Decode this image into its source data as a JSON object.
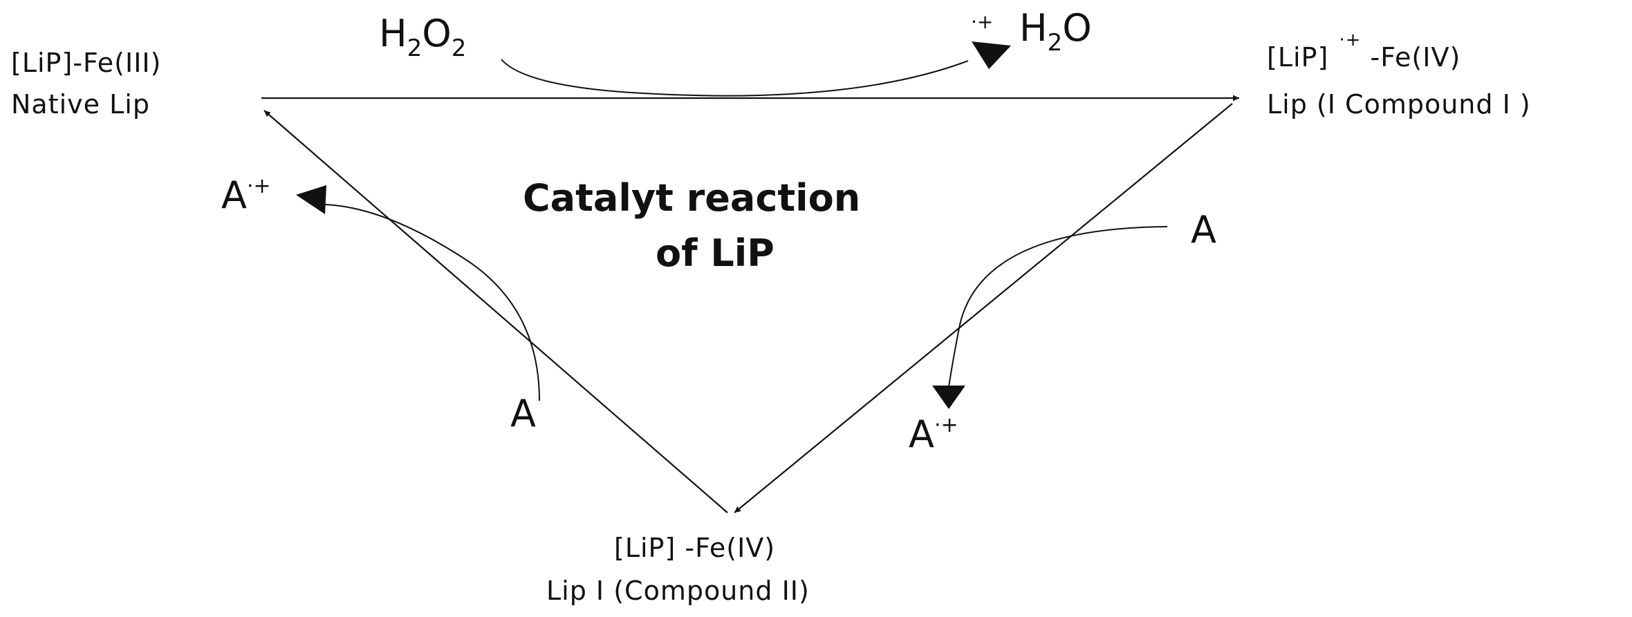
{
  "diagram": {
    "title": {
      "line1": "Catalyt reaction",
      "line2": "of LiP"
    },
    "nodes": {
      "native": {
        "line1": "[LiP]-Fe(III)",
        "line2": "Native Lip"
      },
      "compound1": {
        "radical_mark": "·+",
        "line1_left": "[LiP]",
        "line1_right": "-Fe(IV)",
        "line2": "Lip (I Compound I )"
      },
      "compound2": {
        "line1": "[LiP] -Fe(IV)",
        "line2": "Lip I (Compound II)"
      }
    },
    "reactants": {
      "h2o2": {
        "base1": "H",
        "sub1": "2",
        "base2": "O",
        "sub2": "2"
      },
      "h2o": {
        "base1": "H",
        "sub1": "2",
        "base2": "O"
      },
      "right_a_in": "A",
      "right_a_out": {
        "base": "A",
        "sup": "·+"
      },
      "left_a_in": "A",
      "left_a_out": {
        "base": "A",
        "sup": "·+"
      }
    }
  }
}
